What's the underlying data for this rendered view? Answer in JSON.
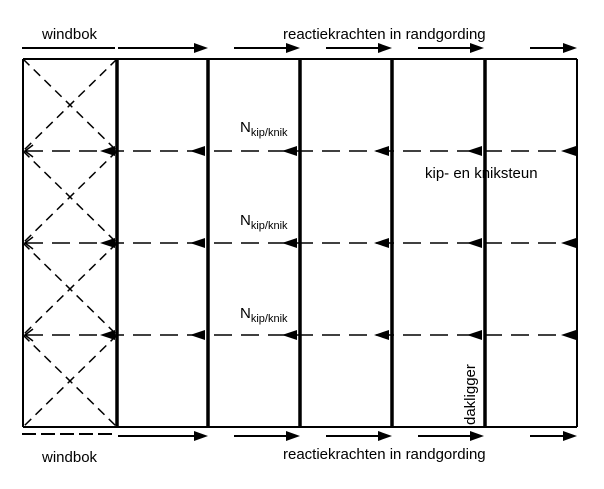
{
  "labels": {
    "windbok_top": "windbok",
    "windbok_bottom": "windbok",
    "reaction_top": "reactiekrachten in randgording",
    "reaction_bottom": "reactiekrachten in randgording",
    "n1_main": "N",
    "n1_sub": "kip/knik",
    "n2_main": "N",
    "n2_sub": "kip/knik",
    "n3_main": "N",
    "n3_sub": "kip/knik",
    "support": "kip- en kniksteun",
    "beam": "dakligger"
  },
  "colors": {
    "line": "#000000",
    "background": "#ffffff"
  }
}
